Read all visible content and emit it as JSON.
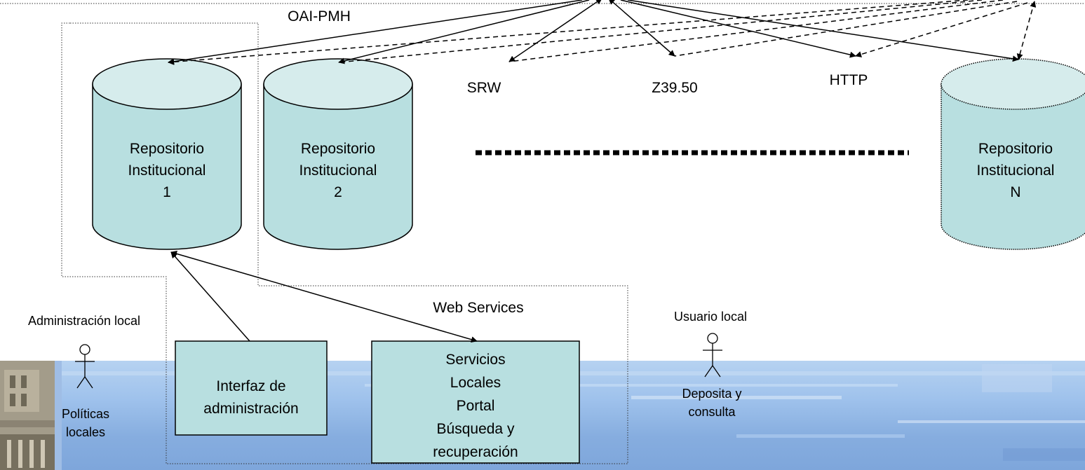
{
  "protocols": {
    "oai_pmh": "OAI-PMH",
    "srw": "SRW",
    "z3950": "Z39.50",
    "http": "HTTP",
    "web_services": "Web Services"
  },
  "repositories": [
    {
      "line1": "Repositorio",
      "line2": "Institucional",
      "line3": "1"
    },
    {
      "line1": "Repositorio",
      "line2": "Institucional",
      "line3": "2"
    },
    {
      "line1": "Repositorio",
      "line2": "Institucional",
      "line3": "N"
    }
  ],
  "admin_interface": {
    "line1": "Interfaz de",
    "line2": "administración"
  },
  "local_services": {
    "line1": "Servicios",
    "line2": "Locales",
    "line3": "Portal",
    "line4": "Búsqueda y",
    "line5": "recuperación"
  },
  "actors": {
    "admin_role": "Administración local",
    "admin_caption_1": "Políticas",
    "admin_caption_2": "locales",
    "user_role": "Usuario local",
    "user_caption_1": "Deposita y",
    "user_caption_2": "consulta"
  },
  "colors": {
    "cylinder_fill": "#b8dfe0",
    "cylinder_top": "#d6ecec",
    "box_fill": "#b8dfe0",
    "band_light": "#a9c9ee",
    "band_dark": "#7fa8dd"
  }
}
